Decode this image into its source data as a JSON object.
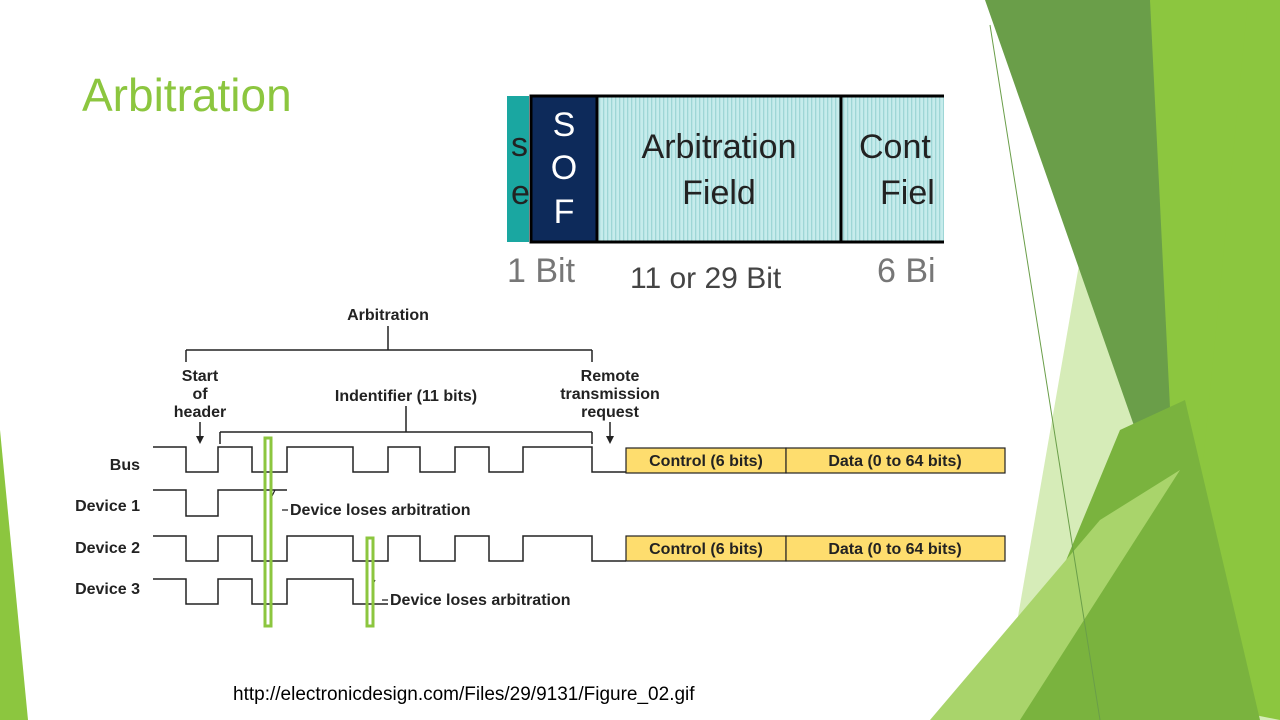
{
  "slide": {
    "title": "Arbitration",
    "source_url": "http://electronicdesign.com/Files/29/9131/Figure_02.gif"
  },
  "frame_figure": {
    "cut_left_field_fragment": [
      "s",
      "e"
    ],
    "sof_letters": [
      "S",
      "O",
      "F"
    ],
    "arbitration_field": [
      "Arbitration",
      "Field"
    ],
    "control_field_fragment": [
      "Cont",
      "Fiel"
    ],
    "bit_labels": [
      "1 Bit",
      "11 or 29 Bit",
      "6 Bi"
    ],
    "colors": {
      "teal": "#1aa7a1",
      "navy": "#0d2a5a",
      "light_teal": "#b9e6e6",
      "label_gray": "#666666"
    }
  },
  "timing": {
    "top_label": "Arbitration",
    "start_of_header": [
      "Start",
      "of",
      "header"
    ],
    "identifier": "Indentifier (11 bits)",
    "rtr": [
      "Remote",
      "transmission",
      "request"
    ],
    "rows": [
      "Bus",
      "Device 1",
      "Device 2",
      "Device 3"
    ],
    "bus_boxes": [
      "Control (6 bits)",
      "Data (0 to 64 bits)"
    ],
    "dev2_boxes": [
      "Control (6 bits)",
      "Data (0 to 64 bits)"
    ],
    "loses_1": "Device loses arbitration",
    "loses_3": "Device loses arbitration",
    "colors": {
      "box_fill": "#fedd6e",
      "highlight": "#8cc63f",
      "line": "#222222"
    }
  },
  "theme_colors": [
    "#8cc63f",
    "#6fa743",
    "#a9d46b",
    "#d6ecb8",
    "#4d8b31"
  ]
}
